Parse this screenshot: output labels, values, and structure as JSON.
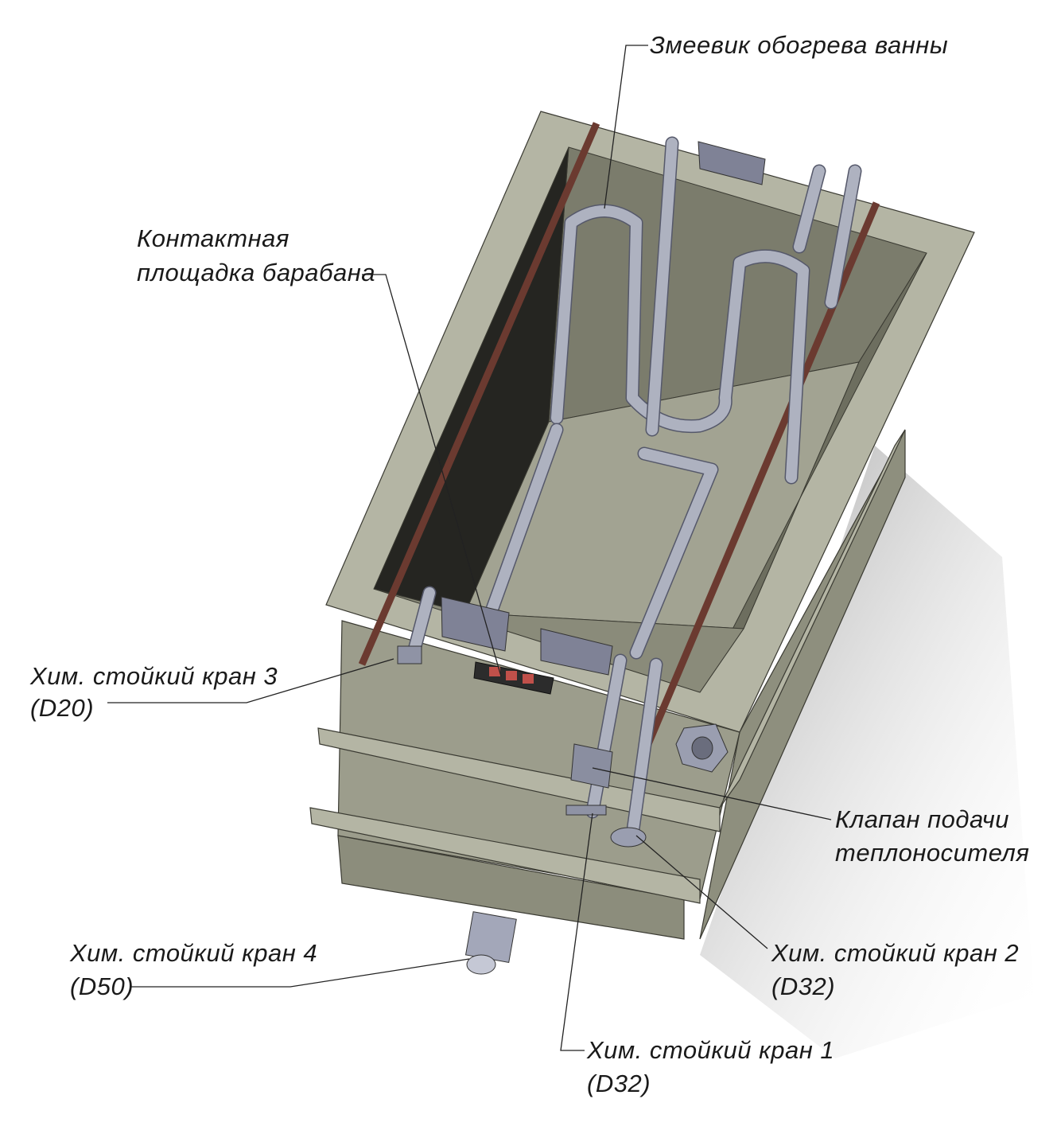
{
  "labels": {
    "coil": "Змеевик обогрева ванны",
    "contact_pad": [
      "Контактная",
      "площадка барабана"
    ],
    "valve3": [
      "Хим. стойкий кран 3",
      "(D20)"
    ],
    "supply_valve": [
      "Клапан подачи",
      "теплоносителя"
    ],
    "valve2": [
      "Хим. стойкий кран 2",
      "(D32)"
    ],
    "valve4": [
      "Хим. стойкий кран 4",
      "(D50)"
    ],
    "valve1": [
      "Хим. стойкий кран 1",
      "(D32)"
    ]
  },
  "colors": {
    "rim": "#b4b5a4",
    "back_wall": "#7b7c6c",
    "left_wall": "#252521",
    "floor": "#a2a392",
    "pipe": "#aeb2c0",
    "bus_bar": "#6b3a30",
    "contact_pad": "#c0504a"
  }
}
